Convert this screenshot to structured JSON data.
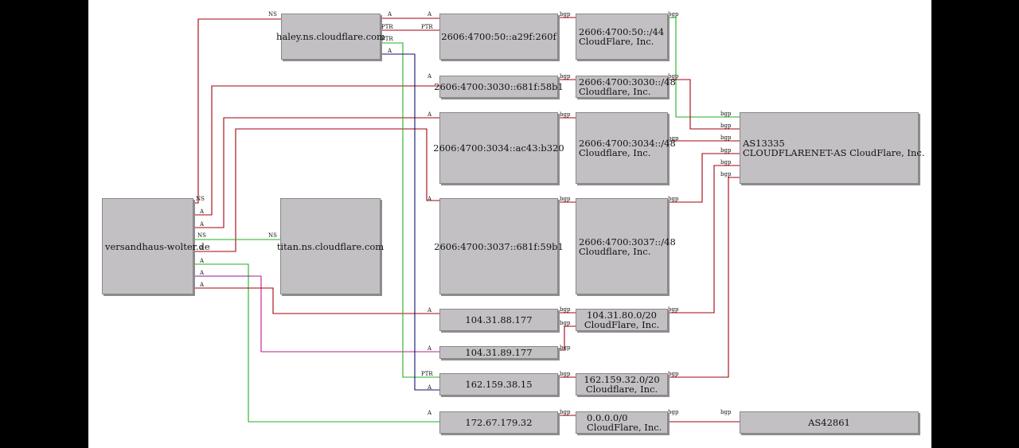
{
  "nodes": {
    "versandhaus": "versandhaus-wolter.de",
    "haley": "haley.ns.cloudflare.com",
    "titan": "titan.ns.cloudflare.com",
    "ip_a29f": "2606:4700:50::a29f:260f",
    "ip_3030": "2606:4700:3030::681f:58b1",
    "ip_3034": "2606:4700:3034::ac43:b320",
    "ip_3037": "2606:4700:3037::681f:59b1",
    "ip_88": "104.31.88.177",
    "ip_89": "104.31.89.177",
    "ip_162": "162.159.38.15",
    "ip_172": "172.67.179.32",
    "net_50": "2606:4700:50::/44\nCloudFlare, Inc.",
    "net_3030": "2606:4700:3030::/48\nCloudflare, Inc.",
    "net_3034": "2606:4700:3034::/48\nCloudflare, Inc.",
    "net_3037": "2606:4700:3037::/48\nCloudflare, Inc.",
    "net_104": "104.31.80.0/20\nCloudFlare, Inc.",
    "net_162": "162.159.32.0/20\nCloudflare, Inc.",
    "net_0": "0.0.0.0/0\nCloudFlare, Inc.",
    "as13335": "AS13335\nCLOUDFLARENET-AS CloudFlare, Inc.",
    "as42861": "AS42861"
  },
  "edge_labels": {
    "ns": "NS",
    "a": "A",
    "ptr": "PTR",
    "bgp": "bgp"
  },
  "colors": {
    "red": "#a4000c",
    "green": "#20b020",
    "purple": "#8a1a9a",
    "magenta": "#c01890",
    "navy": "#101070",
    "node_fill": "#c3c0c4"
  }
}
